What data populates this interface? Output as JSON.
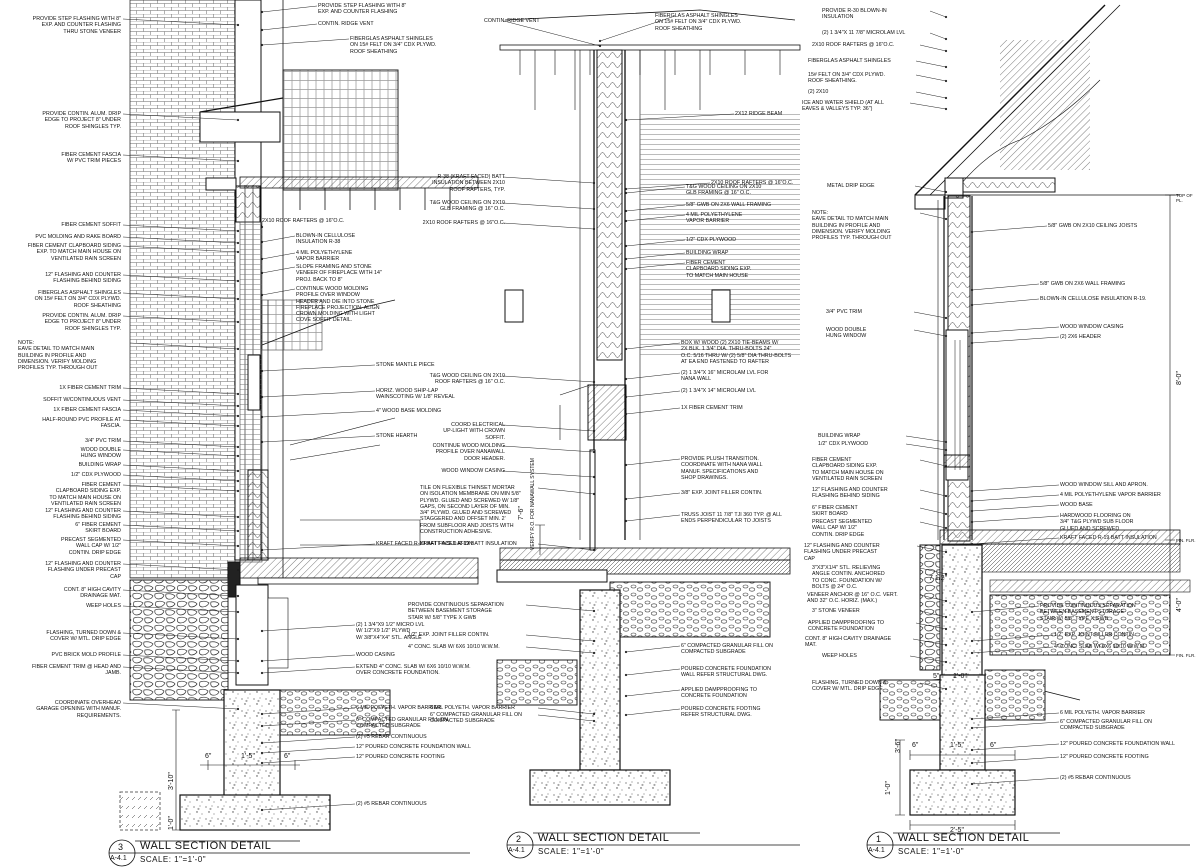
{
  "details": [
    {
      "number": "3",
      "sheet": "A-4.1",
      "title": "WALL SECTION DETAIL",
      "scale": "SCALE: 1\"=1'-0\"",
      "left_notes": [
        "PROVIDE STEP FLASHING WITH 8\"\nEXP. AND COUNTER FLASHING\nTHRU STONE VENEER",
        "PROVIDE CONTIN. ALUM. DRIP\nEDGE TO PROJECT 8\" UNDER\nROOF SHINGLES TYP.",
        "FIBER CEMENT FASCIA\nW/ PVC TRIM PIECES",
        "FIBER CEMENT SOFFIT",
        "PVC MOLDING AND RAKE BOARD",
        "FIBER CEMENT CLAPBOARD SIDING\nEXP. TO MATCH MAIN HOUSE ON\nVENTILATED RAIN SCREEN",
        "12\" FLASHING AND COUNTER\nFLASHING BEHIND SIDING",
        "FIBERGLAS ASPHALT SHINGLES\nON 15# FELT ON 3/4\" CDX PLYWD.\nROOF SHEATHING",
        "PROVIDE CONTIN. ALUM. DRIP\nEDGE TO PROJECT 8\" UNDER\nROOF SHINGLES TYP.",
        "NOTE:\nEAVE DETAIL TO MATCH MAIN\nBUILDING IN PROFILE AND\nDIMENSION. VERIFY MOLDING\nPROFILES TYP. THROUGH OUT",
        "1x FIBER CEMENT TRIM",
        "SOFFIT W/CONTINUOUS VENT",
        "1x FIBER CEMENT FASCIA",
        "HALF-ROUND PVC PROFILE AT\nFASCIA.",
        "3/4\" PVC TRIM",
        "WOOD DOUBLE\nHUNG WINDOW",
        "BUILDING WRAP",
        "1/2\" CDX PLYWOOD",
        "FIBER CEMENT\nCLAPBOARD SIDING EXP.\nTO MATCH MAIN HOUSE ON\nVENTILATED RAIN SCREEN",
        "12\" FLASHING AND COUNTER\nFLASHING BEHIND SIDING",
        "6\" FIBER CEMENT\nSKIRT BOARD",
        "PRECAST SEGMENTED\nWALL CAP W/ 1/2\"\nCONTIN. DRIP EDGE",
        "12\" FLASHING AND COUNTER\nFLASHING UNDER PRECAST\nCAP",
        "CONT. 8\" HIGH CAVITY\nDRAINAGE MAT.",
        "WEEP HOLES",
        "FLASHING, TURNED DOWN &\nCOVER W/ MTL. DRIP EDGE",
        "PVC BRICK MOLD PROFILE",
        "FIBER CEMENT TRIM @ HEAD AND\nJAMB.",
        "COORDINATE OVERHEAD\nGARAGE OPENING WITH MANUF.\nREQUIREMENTS."
      ],
      "right_notes": [
        "PROVIDE STEP FLASHING WITH 8\"\nEXP. AND COUNTER FLASHING",
        "CONTIN. RIDGE VENT",
        "FIBERGLAS ASPHALT SHINGLES\nON 15# FELT ON 3/4\" CDX PLYWD.\nROOF SHEATHING",
        "2X10 ROOF RAFTERS @ 16\"O.C.",
        "BLOWN-IN CELLULOSE\nINSULATION R-38",
        "4 MIL POLYETHYLENE\nVAPOR BARRIER",
        "SLOPE FRAMING AND STONE\nVENEER OF FIREPLACE WITH 14\"\nPROJ. BACK TO 8\"",
        "CONTINUE WOOD MOLDING\nPROFILE OVER WINDOW\nHEADER AND DIE INTO STONE\nFIREPLACE PROJECTION. ALIGN\nCROWN MOLDING WITH LIGHT\nCOVE SOFFIT DETAIL.",
        "STONE MANTLE PIECE",
        "HORIZ. WOOD SHIP-LAP\nWAINSCOTING W/ 1/8\" REVEAL",
        "4\" WOOD BASE MOLDING",
        "STONE HEARTH",
        "KRAFT FACED R-19 BATT INSULATION",
        "(2) 1 3/4\"x9 1/2\" MICRO LVL\nW/ 1/2\"x9 1/2\" PLYWD\nW/ 3/8\"x4\"x4\" STL. ANGLE",
        "WOOD CASING",
        "EXTEND 4\" CONC. SLAB W/ 6x6 10/10 W.W.M.\nOVER CONCRETE FOUNDATION.",
        "6 MIL POLYETH. VAPOR BARRIER",
        "6\" COMPACTED GRANULAR FILL ON\nCOMPACTED SUBGRADE",
        "(2) #5 REBAR CONTINUOUS",
        "12\" POURED CONCRETE FOUNDATION WALL",
        "12\" POURED CONCRETE FOOTING",
        "(2) #5 REBAR CONTINUOUS"
      ],
      "dims": [
        "6\"",
        "1'-5\"",
        "6\"",
        "3'-10\"",
        "1'-0\""
      ]
    },
    {
      "number": "2",
      "sheet": "A-4.1",
      "title": "WALL SECTION DETAIL",
      "scale": "SCALE: 1\"=1'-0\"",
      "top_notes": [
        "CONTIN. RIDGE VENT",
        "FIBERGLAS ASPHALT SHINGLES\nON 15# FELT ON 3/4\" CDX PLYWD.\nROOF SHEATHING"
      ],
      "left_notes": [
        "R-38 (KRAFT FACED) BATT\nINSULATION BETWEEN 2X10\nROOF RAFTERS, TYP.",
        "T&G WOOD CEILING ON 2X10\nGLB FRAMING @ 16\" O.C.",
        "2X10 ROOF RAFTERS @ 16\"O.C.",
        "T&G WOOD CEILING ON 2X10\nROOF RAFTERS @ 16\" O.C.",
        "COORD ELECTRICAL\nUP-LIGHT WITH CROWN\nSOFFIT.",
        "CONTINUE WOOD MOLDING\nPROFILE OVER NANAWALL\nDOOR HEADER.",
        "WOOD WINDOW CASING",
        "TILE ON FLEXIBLE THINSET MORTAR\nON ISOLATION MEMBRANE ON MIN 5/8\"\nPLYWD. GLUED AND SCREWED W/ 1/8\"\nGAPS, ON SECOND LAYER OF MIN.\n3/4\" PLYWD. GLUED AND SCREWED\nSTAGGERED AND OFFSET MIN. 2'\nFROM SUBFLOOR AND JOISTS WITH\nCONSTRUCTION ADHESIVE.",
        "KRAFT FACED R-19 BATT INSULATION",
        "PROVIDE CONTINUOUS SEPARATION\nBETWEEN BASEMENT STORAGE\nSTAIR W/ 5/8\" TYPE X GWB",
        "1/2\" EXP. JOINT FILLER CONTIN.",
        "4\" CONC. SLAB W/ 6x6 10/10 W.W.M.",
        "6 MIL POLYETH. VAPOR BARRIER",
        "6\" COMPACTED GRANULAR FILL ON\nCOMPACTED SUBGRADE"
      ],
      "right_notes": [
        "2X12 RIDGE BEAM",
        "2X10 ROOF RAFTERS @ 16\"O.C.",
        "T&G WOOD CEILING ON 2X10\nGLB FRAMING @ 16\" O.C.",
        "5/8\" GWB ON 2X6 WALL FRAMING",
        "4 MIL POLYETHYLENE\nVAPOR BARRIER",
        "1/2\" CDX PLYWOOD",
        "BUILDING WRAP",
        "FIBER CEMENT\nCLAPBOARD SIDING EXP.\nTO MATCH MAIN HOUSE",
        "BOX W/ WOOD (2) 2X10 TIE-BEAMS W/\n2X BLK. 1 3/4\" DIA. THRU-BOLTS 24\"\nO.C. 5/16 THRU W/ (2) 5/8\" DIA THRU-BOLTS\nAT EA END FASTENED TO RAFTER",
        "(2) 1 3/4\"x 16\" MICROLAM LVL FOR\nNANA WALL",
        "(2) 1 3/4\"x 14\" MICROLAM LVL",
        "1x FIBER CEMENT TRIM",
        "PROVIDE PLUSH TRANSITION.\nCOORDINATE WITH NANA WALL\nMANUF. SPECIFICATIONS AND\nSHOP DRAWINGS.",
        "3/8\" EXP. JOINT FILLER CONTIN.",
        "TRUSS JOIST 11 7/8\" TJI 360 TYP. @ ALL\nENDS PERPENDICULAR TO JOISTS",
        "6\" COMPACTED GRANULAR FILL ON\nCOMPACTED SUBGRADE",
        "POURED CONCRETE FOUNDATION\nWALL REFER STRUCTURAL DWG.",
        "APPLIED DAMPPROOFING TO\nCONCRETE FOUNDATION",
        "POURED CONCRETE FOOTING\nREFER STRUCTURAL DWG."
      ],
      "vertical_text": [
        "VERIFY R.O. FOR NANAWALL SYSTEM",
        "7'-6\""
      ]
    },
    {
      "number": "1",
      "sheet": "A-4.1",
      "title": "WALL SECTION DETAIL",
      "scale": "SCALE: 1\"=1'-0\"",
      "left_notes": [
        "PROVIDE R-30 BLOWN-IN\nINSULATION",
        "(2) 1 3/4\"X 11 7/8\" MICROLAM LVL",
        "2X10 ROOF RAFTERS @ 16\"O.C.",
        "FIBERGLAS ASPHALT SHINGLES",
        "15# FELT ON 3/4\" CDX PLYWD.\nROOF SHEATHING.",
        "(2) 2X10",
        "ICE AND WATER SHIELD (AT ALL\nEAVES & VALLEYS TYP. 36\")",
        "METAL DRIP EDGE",
        "NOTE:\nEAVE DETAIL TO MATCH MAIN\nBUILDING IN PROFILE AND\nDIMENSION. VERIFY MOLDING\nPROFILES TYP. THROUGH OUT",
        "3/4\" PVC TRIM",
        "WOOD DOUBLE\nHUNG WINDOW",
        "BUILDING WRAP",
        "1/2\" CDX PLYWOOD",
        "FIBER CEMENT\nCLAPBOARD SIDING EXP.\nTO MATCH MAIN HOUSE ON\nVENTILATED RAIN SCREEN",
        "12\" FLASHING AND COUNTER\nFLASHING BEHIND SIDING",
        "6\" FIBER CEMENT\nSKIRT BOARD",
        "PRECAST SEGMENTED\nWALL CAP W/ 1/2\"\nCONTIN. DRIP EDGE",
        "12\" FLASHING AND COUNTER\nFLASHING UNDER PRECAST\nCAP",
        "3\"X3\"X1/4\" STL. RELIEVING\nANGLE CONTIN. ANCHORED\nTO CONC. FOUNDATION W/\nBOLTS @ 24\" O.C.",
        "VENEER ANCHOR @ 16\" O.C. VERT.\nAND 32\" O.C. HORIZ. (MAX.)",
        "3\" STONE VENEER",
        "APPLIED DAMPPROOFING TO\nCONCRETE FOUNDATION",
        "CONT. 8\" HIGH CAVITY DRAINAGE\nMAT.",
        "WEEP HOLES",
        "FLASHING, TURNED DOWN &\nCOVER W/ MTL. DRIP EDGE"
      ],
      "right_notes": [
        "5/8\" GWB ON 2X10 CEILING JOISTS",
        "5/8\" GWB ON 2X6 WALL FRAMING",
        "BLOWN-IN CELLULOSE INSULATION R-19.",
        "WOOD WINDOW CASING",
        "(2) 2X6 HEADER",
        "WOOD WINDOW SILL AND APRON.",
        "4 MIL POLYETHYLENE VAPOR BARRIER",
        "WOOD BASE",
        "HARDWOOD FLOORING ON\n3/4\" T&G PLYWD SUB FLOOR\nGLUED AND SCREWED",
        "KRAFT FACED R-19 BATT INSULATION",
        "PROVIDE CONTINUOUS SEPARATION\nBETWEEN BASEMENT STORAGE\nSTAIR W/ 5/8\" TYPE X GWB",
        "1/2\" EXP. JOINT FILLER CONTIN.",
        "4\" CONC. SLAB W/ 6x6 10/10 W.W.M.",
        "6 MIL POLYETH. VAPOR BARRIER",
        "6\" COMPACTED GRANULAR FILL ON\nCOMPACTED SUBGRADE",
        "12\" POURED CONCRETE FOUNDATION WALL",
        "12\" POURED CONCRETE FOOTING",
        "(2) #5 REBAR CONTINUOUS"
      ],
      "levels": [
        "TOP OF PL.",
        "FIN. FLR.",
        "FIN. FLR."
      ],
      "dims": [
        "8'-0\"",
        "4'-0\"",
        "7 1/2\"",
        "5\"",
        "1'-0\"",
        "6\"",
        "1'-5\"",
        "6\"",
        "2'-5\"",
        "3'-6\"",
        "1'-0\""
      ]
    }
  ]
}
